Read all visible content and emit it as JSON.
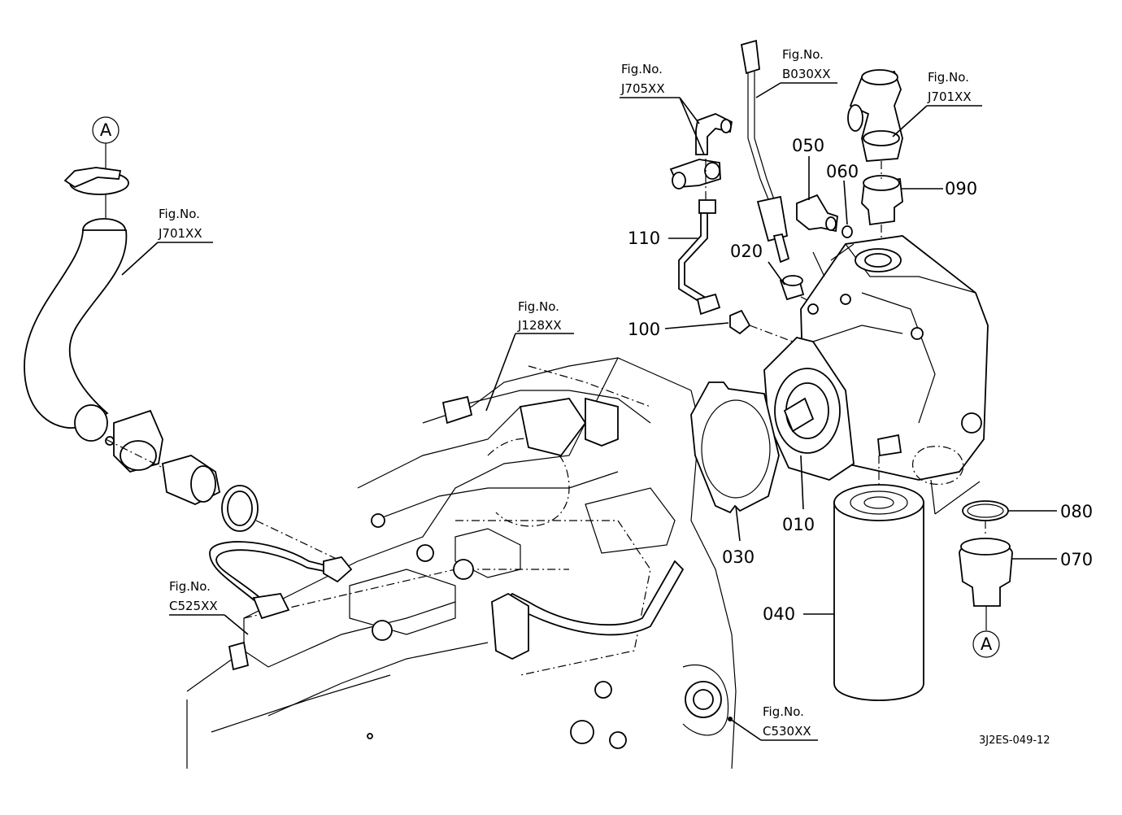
{
  "parts": {
    "p010": "010",
    "p020": "020",
    "p030": "030",
    "p040": "040",
    "p050": "050",
    "p060": "060",
    "p070": "070",
    "p080": "080",
    "p090": "090",
    "p100": "100",
    "p110": "110"
  },
  "fig_prefix": "Fig.No.",
  "figs": {
    "j705": "J705XX",
    "b030": "B030XX",
    "j701_right": "J701XX",
    "j701_left": "J701XX",
    "j128": "J128XX",
    "c525": "C525XX",
    "c530": "C530XX"
  },
  "markers": {
    "top_left": "A",
    "bottom_right": "A"
  },
  "drawing_code": "3J2ES-049-12"
}
